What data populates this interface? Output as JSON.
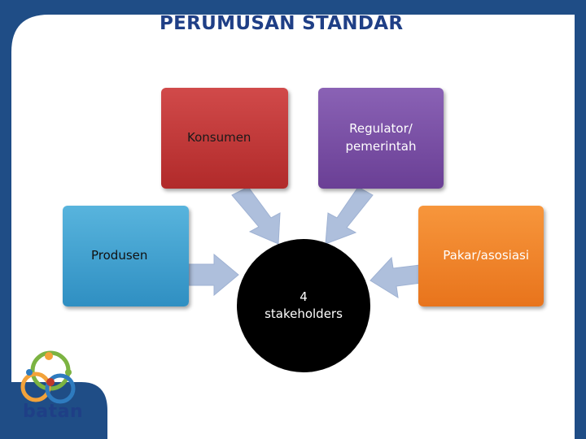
{
  "title": "PERUMUSAN STANDAR",
  "boxes": {
    "konsumen": "Konsumen",
    "regulator": "Regulator/\npemerintah",
    "produsen": "Produsen",
    "pakar": "Pakar/asosiasi"
  },
  "center": "4\nstakeholders",
  "logo": {
    "text": "batan"
  },
  "colors": {
    "background": "#1f4d86",
    "konsumen": "#c63b3b",
    "regulator": "#7a52a8",
    "produsen": "#45a6d6",
    "pakar": "#f08a2e",
    "center": "#000000",
    "arrow": "#a9bcd9"
  }
}
